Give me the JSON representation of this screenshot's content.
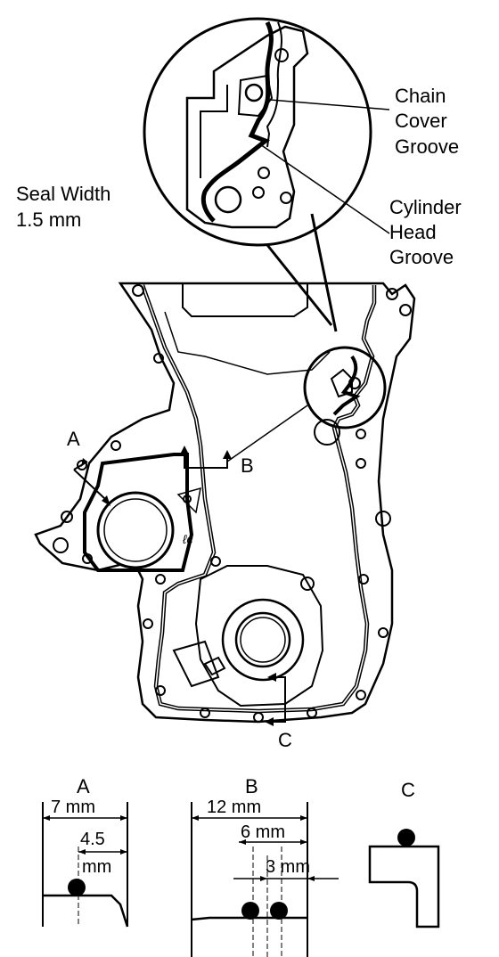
{
  "callouts": {
    "chain_cover_groove": [
      "Chain",
      "Cover",
      "Groove"
    ],
    "cylinder_head_groove": [
      "Cylinder",
      "Head",
      "Groove"
    ],
    "seal_width": [
      "Seal Width",
      "1.5 mm"
    ]
  },
  "points": {
    "a": "A",
    "b": "B",
    "c": "C"
  },
  "detail_a": {
    "title": "A",
    "dim_outer": "7 mm",
    "dim_inner": [
      "4.5",
      "mm"
    ]
  },
  "detail_b": {
    "title": "B",
    "dim_outer": "12 mm",
    "dim_mid": "6 mm",
    "dim_inner": "3 mm"
  },
  "detail_c": {
    "title": "C"
  }
}
